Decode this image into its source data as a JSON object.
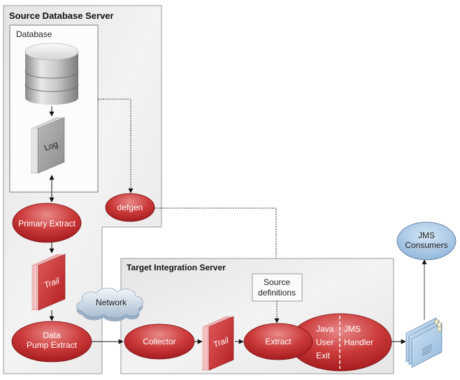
{
  "source_server": {
    "title": "Source Database Server",
    "database": {
      "title": "Database",
      "log_label": "Log"
    },
    "primary_extract": "Primary Extract",
    "defgen": "defgen",
    "trail": "Trail",
    "data_pump": [
      "Data",
      "Pump Extract"
    ]
  },
  "network": "Network",
  "target_server": {
    "title": "Target Integration Server",
    "source_definitions": [
      "Source",
      "definitions"
    ],
    "collector": "Collector",
    "trail": "Trail",
    "extract": "Extract",
    "java_user_exit": [
      "Java",
      "User",
      "Exit"
    ],
    "jms_handler": [
      "JMS",
      "Handler"
    ]
  },
  "jms_consumers": [
    "JMS",
    "Consumers"
  ],
  "colors": {
    "process_red": "#c0282c",
    "panel_gray": "#ececec",
    "consumer_blue": "#a9c8e8"
  }
}
